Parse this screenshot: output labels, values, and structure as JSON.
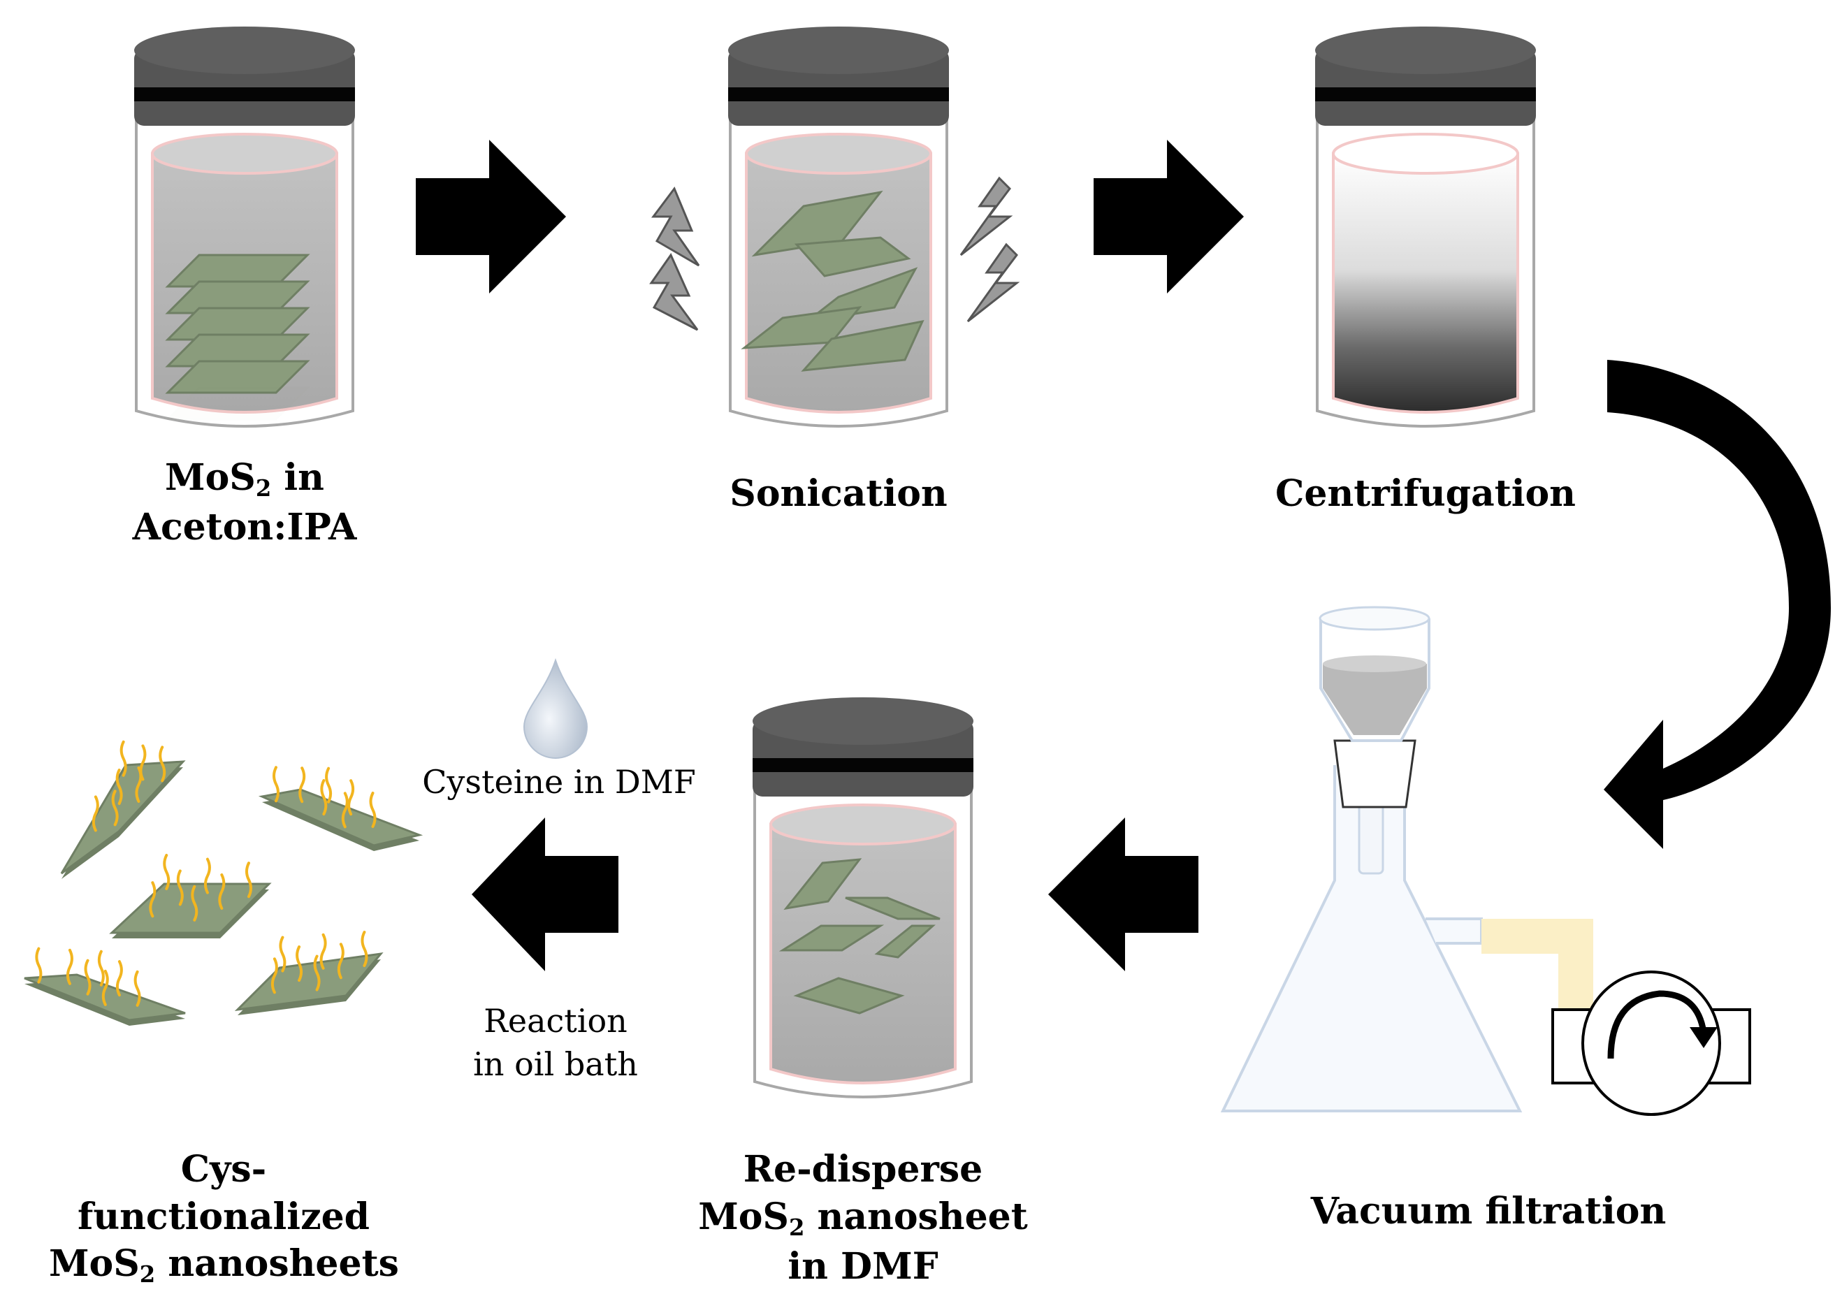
{
  "steps": {
    "mos2_in_solvent": {
      "line1_pre": "MoS",
      "line1_sub": "2",
      "line1_post": " in",
      "line2": "Aceton:IPA"
    },
    "sonication": {
      "label": "Sonication"
    },
    "centrifugation": {
      "label": "Centrifugation"
    },
    "vacuum_filtration": {
      "label": "Vacuum filtration"
    },
    "redisperse": {
      "line1": "Re-disperse",
      "line2_pre": "MoS",
      "line2_sub": "2",
      "line2_post": " nanosheet",
      "line3": "in DMF"
    },
    "functionalized": {
      "line1": "Cys-",
      "line2": "functionalized",
      "line3_pre": "MoS",
      "line3_sub": "2",
      "line3_post": " nanosheets"
    }
  },
  "notes": {
    "cysteine": "Cysteine in DMF",
    "reaction_line1": "Reaction",
    "reaction_line2": "in oil bath"
  },
  "colors": {
    "lid": "#5a5a5a",
    "nanosheet": "#8a9c7c",
    "nanosheet_edge": "#6f7f64",
    "cysteine_strand": "#f2b51f",
    "tubing": "#fbefc6",
    "flask_edge": "#c9d6e6",
    "arrow": "#000000"
  }
}
